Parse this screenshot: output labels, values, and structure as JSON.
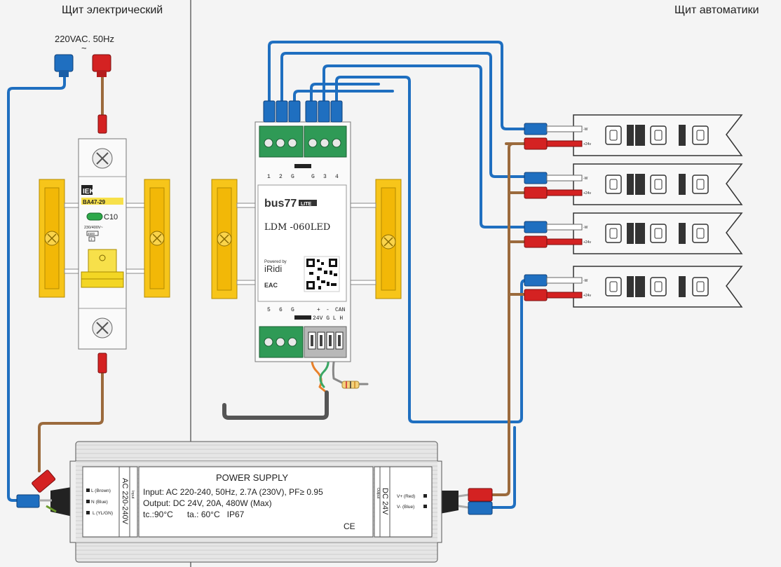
{
  "panels": {
    "left_title": "Щит электрический",
    "right_title": "Щит автоматики"
  },
  "mains": {
    "label": "220VAC. 50Hz",
    "symbol": "~"
  },
  "breaker": {
    "brand": "BA47-29",
    "rating": "C10",
    "spec": "230/400V~",
    "capacity": "4500",
    "digit": "3"
  },
  "dimmer": {
    "brand": "bus77",
    "brand_badge": "LITE",
    "model": "LDM -060LED",
    "powered_by": "Powered by",
    "partner": "iRidi",
    "cert": "EAC",
    "top_terminals": [
      "1",
      "2",
      "G",
      "G",
      "3",
      "4"
    ],
    "bottom_terminals": [
      "5",
      "6",
      "G"
    ],
    "bus_plus": "+",
    "bus_minus": "-",
    "bus_can": "CAN",
    "bus_row": "24V G  L  H"
  },
  "strips": [
    {
      "minus": "-W",
      "plus": "+24v"
    },
    {
      "minus": "-W",
      "plus": "+24v"
    },
    {
      "minus": "-W",
      "plus": "+24v"
    },
    {
      "minus": "-W",
      "plus": "+24v"
    }
  ],
  "psu": {
    "title": "POWER SUPPLY",
    "input": "Input: AC 220-240, 50Hz, 2.7A (230V), PF≥ 0.95",
    "output": "Output: DC 24V, 20A, 480W (Max)",
    "temps": "tc.:90°C      ta.: 60°C   IP67",
    "mark": "CE",
    "ac_label": "AC 220-240V",
    "dc_label": "DC 24V",
    "input_tag": "Input",
    "output_tag": "Output",
    "l_brown": "L (Brown)",
    "n_blue": "N (Blue)",
    "l_ylgn": "L (YL/GN)",
    "v_plus": "V+ (Red)",
    "v_minus": "V- (Blue)"
  },
  "colors": {
    "blue_wire": "#1f6fc0",
    "brown_wire": "#9b6a3c",
    "red_wire": "#d42222",
    "din_yellow": "#f7c51a",
    "terminal_green": "#2f9a56"
  }
}
